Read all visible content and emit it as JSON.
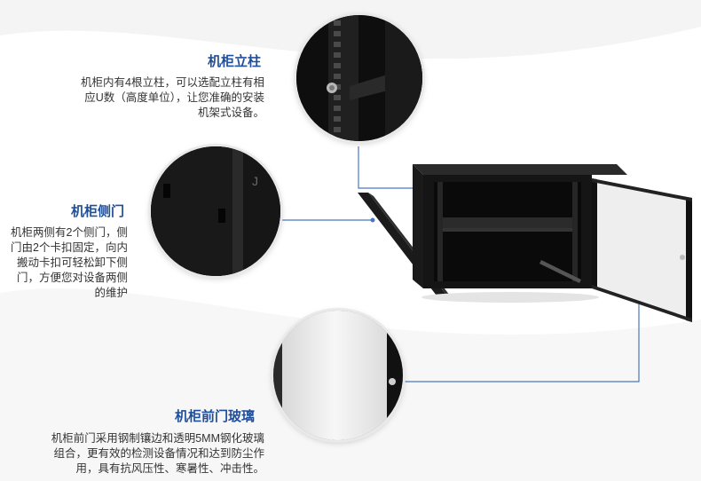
{
  "colors": {
    "title_blue": "#1f4e9a",
    "body_text": "#333333",
    "leader_line": "#4a78c2",
    "cabinet_black": "#151515"
  },
  "features": [
    {
      "id": "pillars",
      "title": "机柜立柱",
      "desc_lines": [
        "机柜内有4根立柱，可以选配立柱有相",
        "应U数（高度单位），让您准确的安装",
        "机架式设备。"
      ]
    },
    {
      "id": "side_door",
      "title": "机柜侧门",
      "desc_lines": [
        "机柜两侧有2个侧门，侧",
        "门由2个卡扣固定，向内",
        "搬动卡扣可轻松卸下侧",
        "门，方便您对设备两侧",
        "的维护"
      ]
    },
    {
      "id": "front_glass",
      "title": "机柜前门玻璃",
      "desc_lines": [
        "机柜前门采用钢制镶边和透明5MM钢化玻璃",
        "组合，更有效的检测设备情况和达到防尘作",
        "用，具有抗风压性、寒暑性、冲击性。"
      ]
    }
  ],
  "icons": {
    "pillar_closeup": "rack-pillar-closeup-image",
    "side_closeup": "side-door-latch-closeup-image",
    "glass_closeup": "glass-door-closeup-image",
    "cabinet": "wall-mount-cabinet-image"
  }
}
